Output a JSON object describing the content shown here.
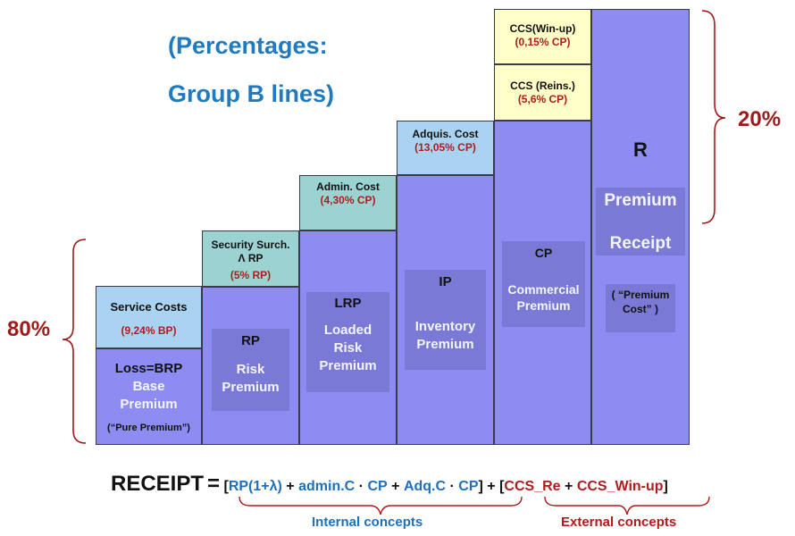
{
  "title": {
    "line1": "(Percentages:",
    "line2": "Group B lines)"
  },
  "columns": [
    {
      "id": "loss",
      "caption": {
        "name": "Service Costs",
        "pct": "(9,24% BP)"
      },
      "abbr": "Loss=BRP",
      "full_lines": [
        "Base",
        "Premium"
      ],
      "note": "(“Pure Premium”)"
    },
    {
      "id": "rp",
      "caption": {
        "name_lines": [
          "Security Surch.",
          "Λ RP"
        ],
        "pct": "(5% RP)"
      },
      "abbr": "RP",
      "full_lines": [
        "Risk",
        "Premium"
      ]
    },
    {
      "id": "lrp",
      "caption": {
        "name": "Admin. Cost",
        "pct": "(4,30% CP)"
      },
      "abbr": "LRP",
      "full_lines": [
        "Loaded",
        "Risk",
        "Premium"
      ]
    },
    {
      "id": "ip",
      "caption": {
        "name": "Adquis. Cost",
        "pct": "(13,05% CP)"
      },
      "abbr": "IP",
      "full_lines": [
        "Inventory",
        "Premium"
      ]
    },
    {
      "id": "cp",
      "captions": [
        {
          "name": "CCS(Win-up)",
          "pct": "(0,15% CP)"
        },
        {
          "name": "CCS (Reins.)",
          "pct": "(5,6% CP)"
        }
      ],
      "abbr": "CP",
      "full_lines": [
        "Commercial",
        "Premium"
      ]
    },
    {
      "id": "r",
      "abbr": "R",
      "full_lines": [
        "Premium",
        "Receipt"
      ],
      "note_lines": [
        "( “Premium",
        "Cost” )"
      ]
    }
  ],
  "brackets": {
    "left_pct": "80%",
    "right_pct": "20%"
  },
  "formula": {
    "lhs": "RECEIPT",
    "eq": "=",
    "open_bracket": "[",
    "rp_term": "RP(1+λ)",
    "plus1": "+",
    "admin_term": "admin.C",
    "dot1": "·",
    "cp1": "CP",
    "plus2": "+",
    "adq_term": "Adq.C",
    "dot2": "·",
    "cp2": "CP",
    "close_bracket": "]",
    "plus3": "+",
    "open_bracket2": "[",
    "ccs_re": "CCS_Re",
    "plus4": "+",
    "ccs_win": "CCS_Win-up",
    "close_bracket2": "]",
    "internal_label": "Internal  concepts",
    "external_label": "External  concepts"
  },
  "colors": {
    "column_fill": "#8c8cf2",
    "inner_box_fill": "#7a7ad6",
    "light_blue_caption": "#a9d3f0",
    "teal_caption": "#9bd3d3",
    "yellow_caption": "#ffffc8",
    "title_blue": "#1f7abf",
    "accent_red": "#9e1b1b"
  }
}
